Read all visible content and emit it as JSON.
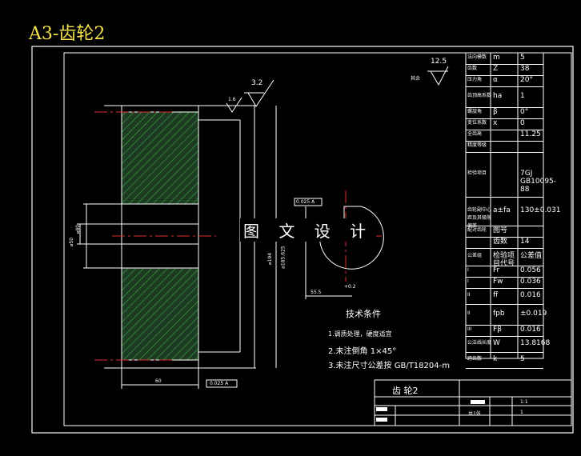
{
  "title": "A3-齿轮2",
  "watermark": "图 文 设 计",
  "dims": {
    "roughness_main": "12.5",
    "roughness_main_note": "其余",
    "roughness_face": "3.2",
    "roughness_small": "1.6",
    "tol_frame_top": "0.025 A",
    "tol_frame_bottom": "0.025 A",
    "bore_dim": "⌀50",
    "hub_dim": "⌀80",
    "face_width": "60",
    "outer_dim": "⌀194",
    "root_dim": "⌀185.625",
    "keyway_dim": "55.5",
    "keyway_tol": "+0.2"
  },
  "params": [
    {
      "name": "法向模数",
      "sym": "m",
      "val": "5"
    },
    {
      "name": "齿数",
      "sym": "Z",
      "val": "38"
    },
    {
      "name": "压力角",
      "sym": "α",
      "val": "20°"
    },
    {
      "name": "齿顶高系数",
      "sym": "ha",
      "val": "1"
    },
    {
      "name": "螺旋角",
      "sym": "β",
      "val": "0°"
    },
    {
      "name": "变位系数",
      "sym": "x",
      "val": "0"
    },
    {
      "name": "全齿高",
      "sym": "",
      "val": "11.25"
    },
    {
      "name": "精度等级",
      "sym": "",
      "val": ""
    },
    {
      "name": "检验项目",
      "sym": "",
      "val": "7GJ GB10095-88"
    },
    {
      "name": "齿轮副中心距及其极限偏差",
      "sym": "a±fa",
      "val": "130±0.031"
    },
    {
      "name": "配对齿轮",
      "sym": "图号",
      "val": ""
    },
    {
      "name": "",
      "sym": "齿数",
      "val": "14"
    },
    {
      "name": "公差组",
      "sym": "检验项目代号",
      "val": "公差值"
    },
    {
      "name": "I",
      "sym": "Fr",
      "val": "0.056"
    },
    {
      "name": "I",
      "sym": "Fw",
      "val": "0.036"
    },
    {
      "name": "II",
      "sym": "ff",
      "val": "0.016"
    },
    {
      "name": "II",
      "sym": "fpb",
      "val": "±0.019"
    },
    {
      "name": "III",
      "sym": "Fβ",
      "val": "0.016"
    },
    {
      "name": "公法线长度",
      "sym": "W",
      "val": "13.8168"
    },
    {
      "name": "跨齿数",
      "sym": "k",
      "val": "5"
    }
  ],
  "tech": {
    "heading": "技术条件",
    "notes": [
      "1.调质处理，硬度适宜",
      "2.未注倒角 1×45°",
      "3.未注尺寸公差按 GB/T18204-m"
    ]
  },
  "titleblock": {
    "part": "齿 轮2",
    "scale": "1:1",
    "sheets": "共1张",
    "sheet_no": "1"
  }
}
